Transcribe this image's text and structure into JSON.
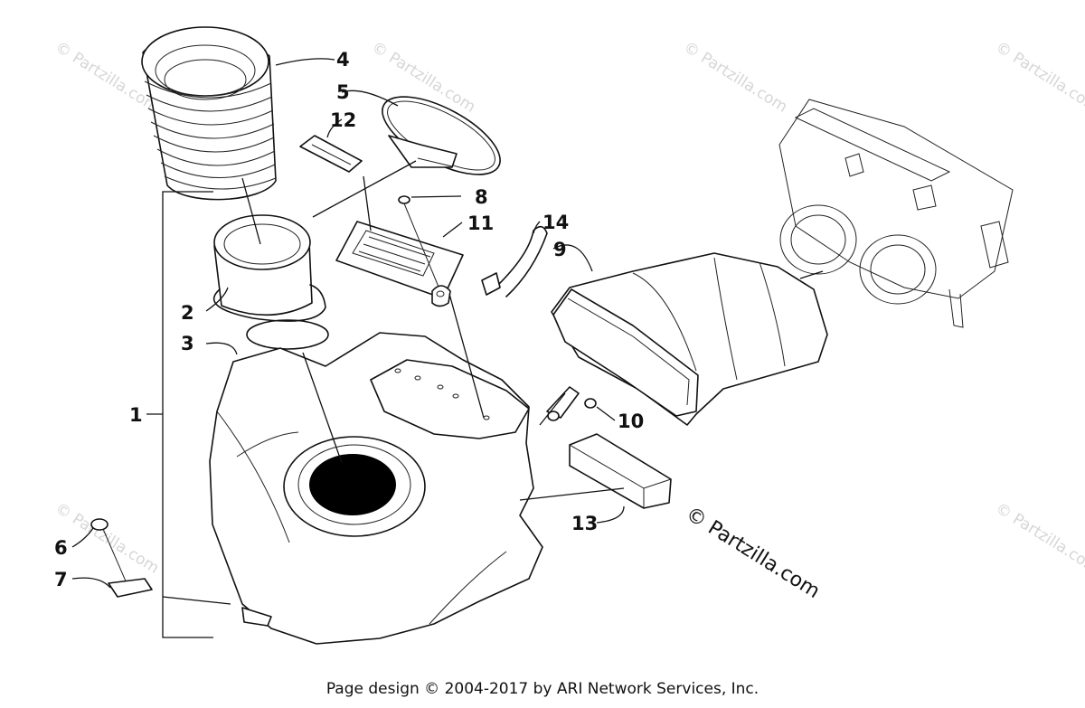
{
  "callouts": {
    "c1": "1",
    "c2": "2",
    "c3": "3",
    "c4": "4",
    "c5": "5",
    "c6": "6",
    "c7": "7",
    "c8": "8",
    "c9": "9",
    "c10": "10",
    "c11": "11",
    "c12": "12",
    "c13": "13",
    "c14": "14"
  },
  "watermarks": {
    "main": "© Partzilla.com",
    "faint": "© Partzilla.com"
  },
  "footer": {
    "text": "Page design © 2004-2017 by ARI Network Services, Inc."
  }
}
